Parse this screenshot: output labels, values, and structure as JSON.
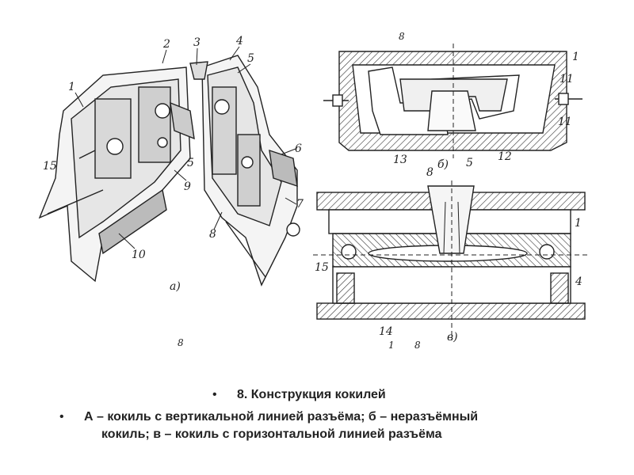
{
  "figure": {
    "labels_a": [
      "1",
      "2",
      "3",
      "4",
      "5",
      "6",
      "7",
      "8",
      "9",
      "10",
      "15",
      "5",
      "а)"
    ],
    "labels_b": [
      "8",
      "1",
      "11",
      "11",
      "13",
      "б)",
      "5",
      "12"
    ],
    "labels_c": [
      "8",
      "1",
      "15",
      "4",
      "14",
      "в)"
    ],
    "stray_marks": [
      "8",
      "1",
      "8"
    ]
  },
  "caption": {
    "title": "8. Конструкция кокилей",
    "desc_line1": "А – кокиль с вертикальной линией разъёма; б – неразъёмный",
    "desc_line2": "кокиль; в – кокиль с горизонтальной линией разъёма"
  }
}
